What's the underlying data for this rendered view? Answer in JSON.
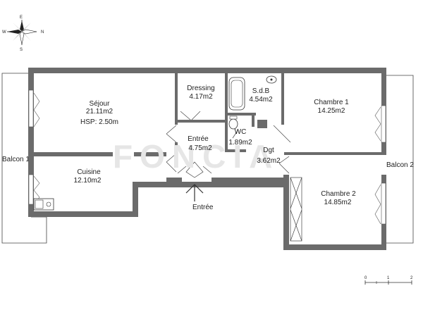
{
  "compass": {
    "north": "N",
    "south": "S",
    "east": "E",
    "west": "W"
  },
  "rooms": {
    "sejour": {
      "name": "Séjour",
      "area": "21.11m2",
      "height": "HSP: 2.50m"
    },
    "dressing": {
      "name": "Dressing",
      "area": "4.17m2"
    },
    "sdb": {
      "name": "S.d.B",
      "area": "4.54m2"
    },
    "wc": {
      "name": "WC",
      "area": "1.89m2"
    },
    "entree": {
      "name": "Entrée",
      "area": "4.75m2"
    },
    "dgt": {
      "name": "Dgt",
      "area": "3.62m2"
    },
    "chambre1": {
      "name": "Chambre 1",
      "area": "14.25m2"
    },
    "chambre2": {
      "name": "Chambre 2",
      "area": "14.85m2"
    },
    "cuisine": {
      "name": "Cuisine",
      "area": "12.10m2"
    }
  },
  "balconies": {
    "left": "Balcon 1",
    "right": "Balcon 2"
  },
  "entrance_label": "Entrée",
  "scale": {
    "ticks": [
      "0",
      "1",
      "2"
    ]
  },
  "watermark": "FONCIA"
}
